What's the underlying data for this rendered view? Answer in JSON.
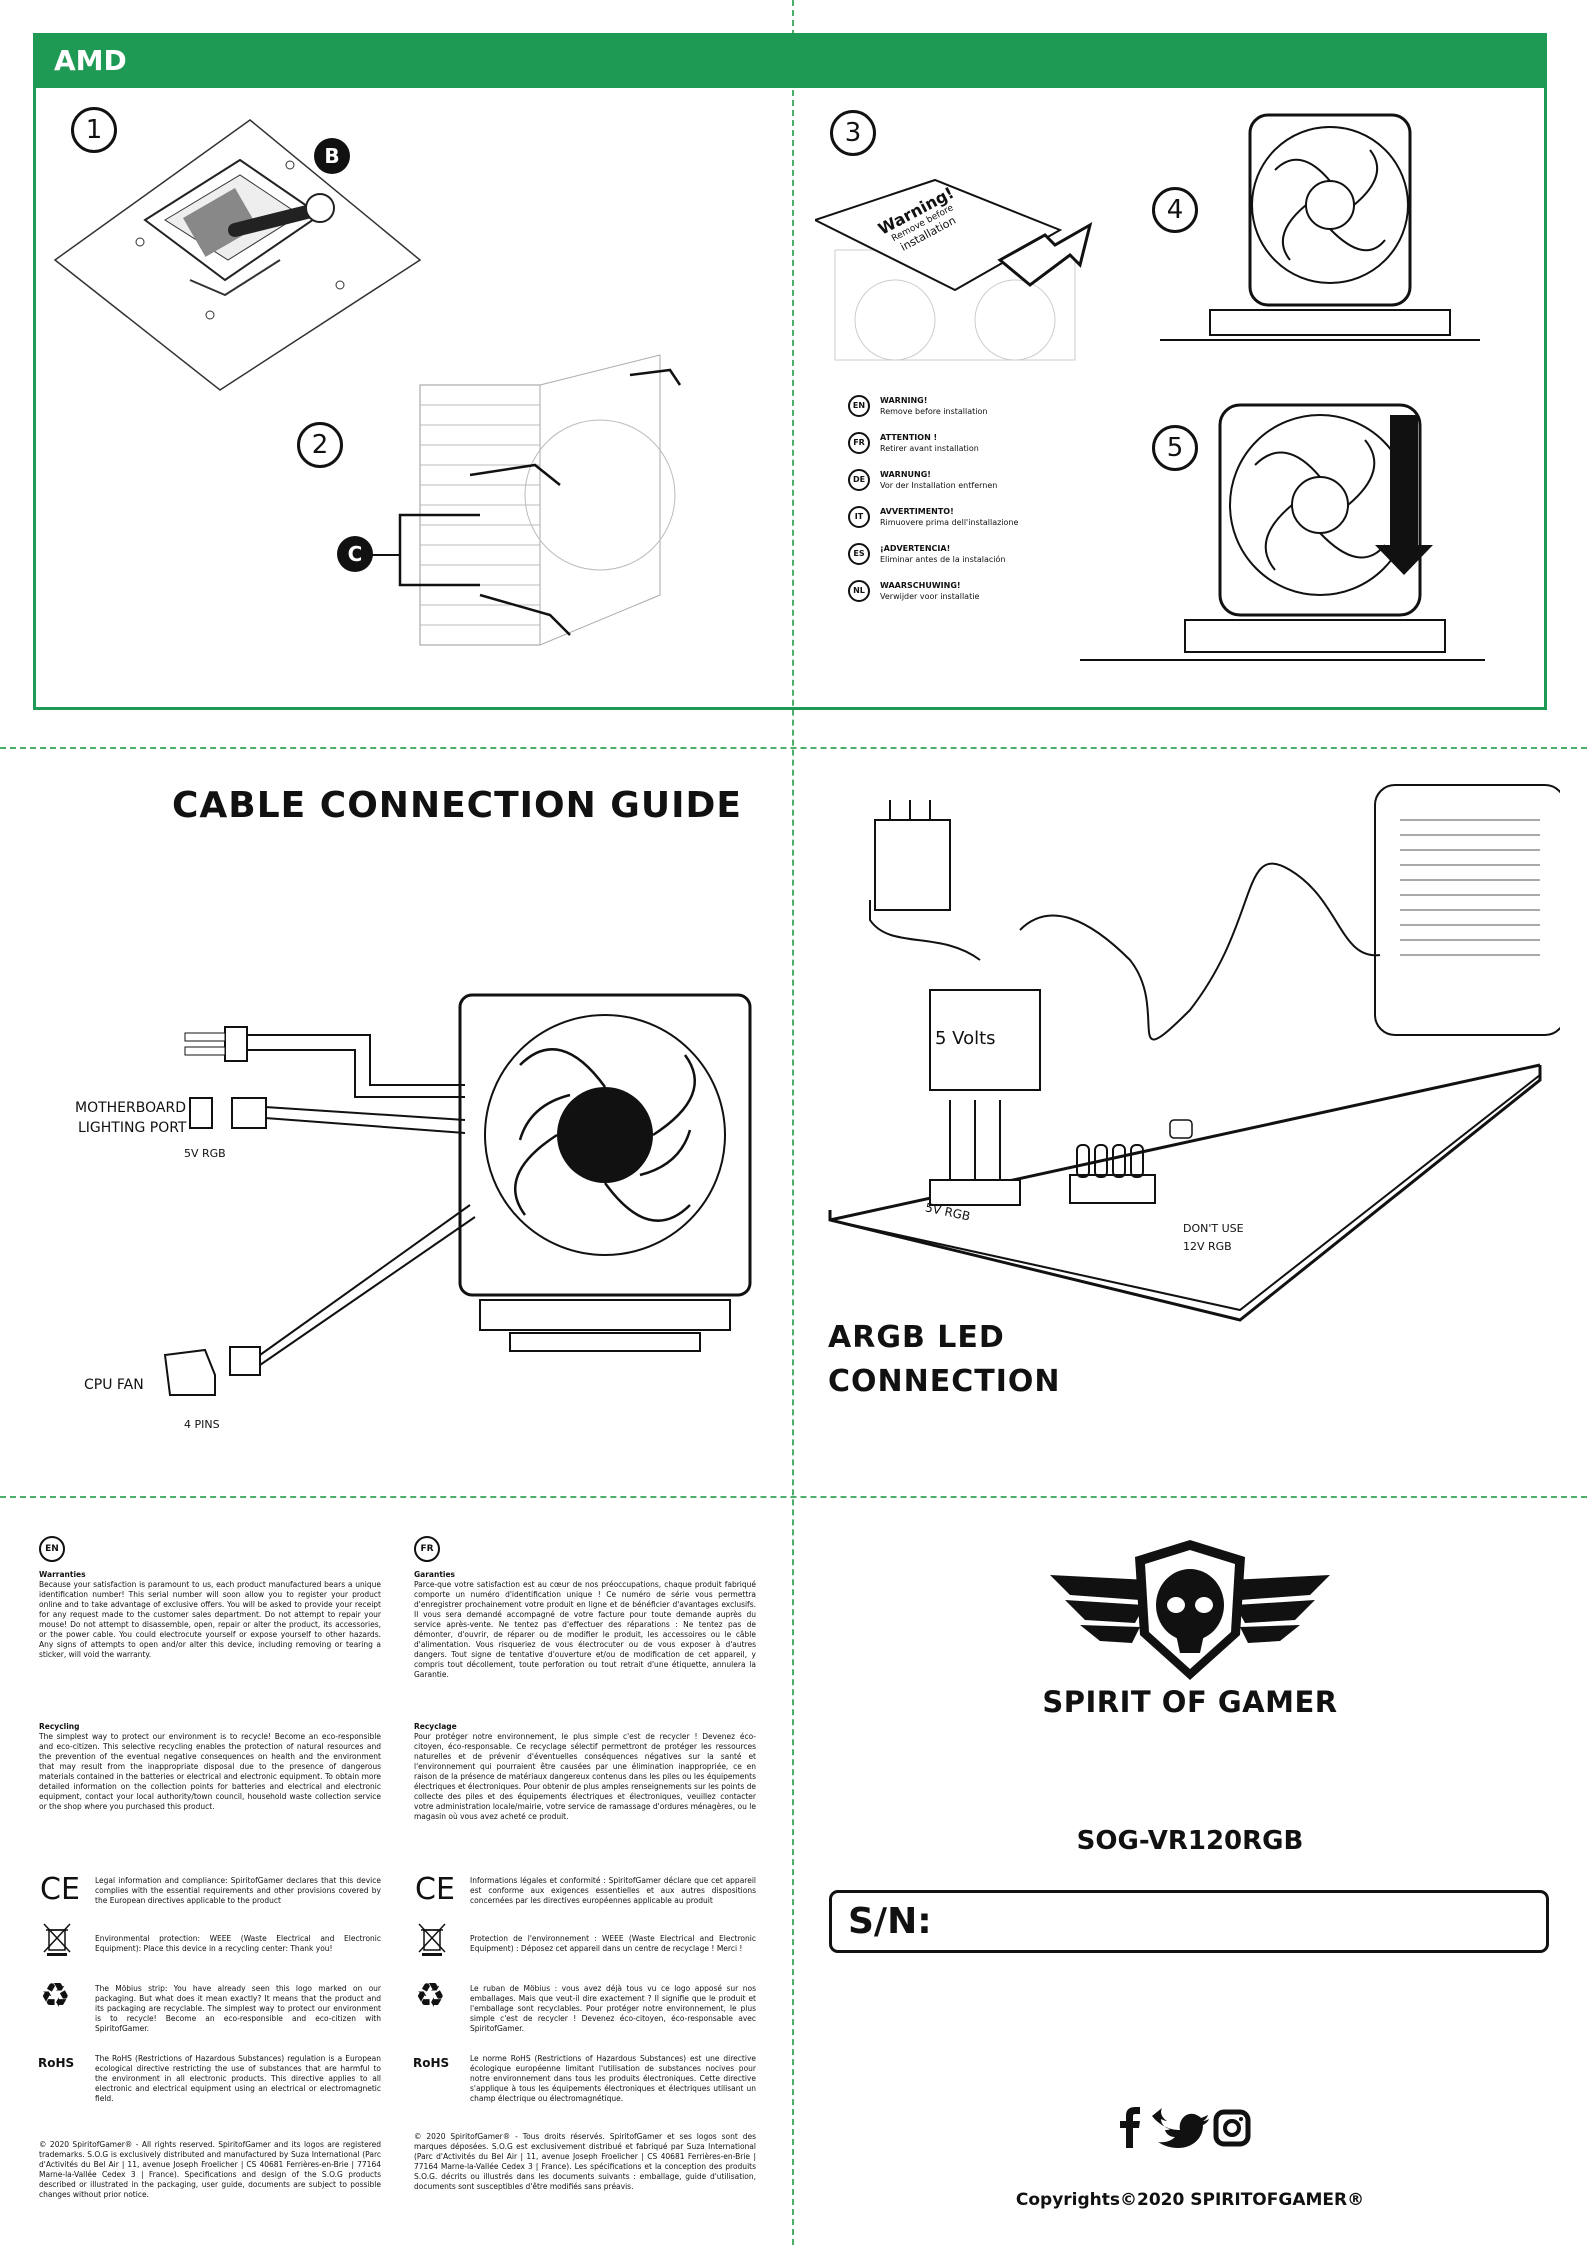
{
  "amd_panel": {
    "title": "AMD",
    "steps": [
      "1",
      "2",
      "3",
      "4",
      "5"
    ],
    "callouts": [
      "B",
      "C"
    ],
    "warning_label": {
      "line1": "Warning!",
      "line2": "Remove before",
      "line3": "installation"
    },
    "warnings": [
      {
        "lang": "EN",
        "title": "WARNING!",
        "text": "Remove before installation"
      },
      {
        "lang": "FR",
        "title": "ATTENTION !",
        "text": "Retirer avant installation"
      },
      {
        "lang": "DE",
        "title": "WARNUNG!",
        "text": "Vor der Installation entfernen"
      },
      {
        "lang": "IT",
        "title": "AVVERTIMENTO!",
        "text": "Rimuovere prima dell'installazione"
      },
      {
        "lang": "ES",
        "title": "¡ADVERTENCIA!",
        "text": "Eliminar antes de la instalación"
      },
      {
        "lang": "NL",
        "title": "WAARSCHUWING!",
        "text": "Verwijder voor installatie"
      }
    ]
  },
  "cable_guide": {
    "title": "CABLE CONNECTION GUIDE",
    "motherboard_label_1": "MOTHERBOARD",
    "motherboard_label_2": "LIGHTING PORT",
    "rgb_label": "5V RGB",
    "cpu_fan_label": "CPU FAN",
    "pins_label": "4 PINS"
  },
  "argb": {
    "title_line1": "ARGB LED",
    "title_line2": "CONNECTION",
    "volts_label": "5 Volts",
    "header_label": "5V RGB",
    "dont_use_1": "DON'T USE",
    "dont_use_2": "12V RGB"
  },
  "en": {
    "lang": "EN",
    "warranties_title": "Warranties",
    "warranties_text": "Because your satisfaction is paramount to us, each product manufactured bears a unique identification number! This serial number will soon allow you to register your product online and to take advantage of exclusive offers. You will be asked to provide your receipt for any request made to the customer sales department. Do not attempt to repair your mouse! Do not attempt to disassemble, open, repair or alter the product, its accessories, or the power cable. You could electrocute yourself or expose yourself to other hazards. Any signs of attempts to open and/or alter this device, including removing or tearing a sticker, will void the warranty.",
    "recycling_title": "Recycling",
    "recycling_text": "The simplest way to protect our environment is to recycle! Become an eco-responsible and eco-citizen. This selective recycling enables the protection of natural resources and the prevention of the eventual negative consequences on health and the environment that may result from the inappropriate disposal due to the presence of dangerous materials contained in the batteries or electrical and electronic equipment. To obtain more detailed information on the collection points for batteries and electrical and electronic equipment, contact your local authority/town council, household waste collection service or the shop where you purchased this product.",
    "ce_text": "Legal information and compliance: SpiritofGamer declares that this device complies with the essential requirements and other provisions covered by the European directives applicable to the product",
    "weee_text": "Environmental protection: WEEE (Waste Electrical and Electronic Equipment): Place this device in a recycling center: Thank you!",
    "mobius_text": "The Möbius strip: You have already seen this logo marked on our packaging. But what does it mean exactly? It means that the product and its packaging are recyclable. The simplest way to protect our environment is to recycle! Become an eco-responsible and eco-citizen with SpiritofGamer.",
    "rohs_text": "The RoHS (Restrictions of Hazardous Substances) regulation is a European ecological directive restricting the use of substances that are harmful to the environment in all electronic products. This directive applies to all electronic and electrical equipment using an electrical or electromagnetic field.",
    "footer_text": "© 2020 SpiritofGamer® - All rights reserved. SpiritofGamer and its logos are registered trademarks. S.O.G is exclusively distributed and manufactured by Suza International (Parc d'Activités du Bel Air | 11, avenue Joseph Froelicher | CS 40681 Ferrières-en-Brie | 77164 Marne-la-Vallée Cedex 3 | France). Specifications and design of the S.O.G products described or illustrated in the packaging, user guide, documents are subject to possible changes without prior notice."
  },
  "fr": {
    "lang": "FR",
    "warranties_title": "Garanties",
    "warranties_text": "Parce-que votre satisfaction est au cœur de nos préoccupations, chaque produit fabriqué comporte un numéro d'identification unique ! Ce numéro de série vous permettra d'enregistrer prochainement votre produit en ligne et de bénéficier d'avantages exclusifs. Il vous sera demandé accompagné de votre facture pour toute demande auprès du service après-vente. Ne tentez pas d'effectuer des réparations : Ne tentez pas de démonter, d'ouvrir, de réparer ou de modifier le produit, les accessoires ou le câble d'alimentation. Vous risqueriez de vous électrocuter ou de vous exposer à d'autres dangers. Tout signe de tentative d'ouverture et/ou de modification de cet appareil, y compris tout décollement, toute perforation ou tout retrait d'une étiquette, annulera la Garantie.",
    "recycling_title": "Recyclage",
    "recycling_text": "Pour protéger notre environnement, le plus simple c'est de recycler ! Devenez éco-citoyen, éco-responsable. Ce recyclage sélectif permettront de protéger les ressources naturelles et de prévenir d'éventuelles conséquences négatives sur la santé et l'environnement qui pourraient être causées par une élimination inappropriée, ce en raison de la présence de matériaux dangereux contenus dans les piles ou les équipements électriques et électroniques. Pour obtenir de plus amples renseignements sur les points de collecte des piles et des équipements électriques et électroniques, veuillez contacter votre administration locale/mairie, votre service de ramassage d'ordures ménagères, ou le magasin où vous avez acheté ce produit.",
    "ce_text": "Informations légales et conformité : SpiritofGamer déclare que cet appareil est conforme aux exigences essentielles et aux autres dispositions concernées par les directives européennes applicable au produit",
    "weee_text": "Protection de l'environnement : WEEE (Waste Electrical and Electronic Equipment) : Déposez cet appareil dans un centre de recyclage ! Merci !",
    "mobius_text": "Le ruban de Möbius : vous avez déjà tous vu ce logo apposé sur nos emballages. Mais que veut-il dire exactement ? Il signifie que le produit et l'emballage sont recyclables. Pour protéger notre environnement, le plus simple c'est de recycler ! Devenez éco-citoyen, éco-responsable avec SpiritofGamer.",
    "rohs_text": "Le norme RoHS (Restrictions of Hazardous Substances) est une directive écologique européenne limitant l'utilisation de substances nocives pour notre environnement dans tous les produits électroniques. Cette directive s'applique à tous les équipements électroniques et électriques utilisant un champ électrique ou électromagnétique.",
    "footer_text": "© 2020 SpiritofGamer® - Tous droits réservés. SpiritofGamer et ses logos sont des marques déposées. S.O.G est exclusivement distribué et fabriqué par Suza International (Parc d'Activités du Bel Air | 11, avenue Joseph Froelicher | CS 40681 Ferrières-en-Brie | 77164 Marne-la-Vallée Cedex 3 | France). Les spécifications et la conception des produits S.O.G. décrits ou illustrés dans les documents suivants : emballage, guide d'utilisation, documents sont susceptibles d'être modifiés sans préavis."
  },
  "brand": {
    "name": "SPIRIT OF GAMER",
    "model": "SOG-VR120RGB",
    "sn_label": "S/N:",
    "copyright": "Copyrights©2020 SPIRITOFGAMER®",
    "rohs_label": "RoHS",
    "ce_mark": "CE"
  },
  "colors": {
    "accent_green": "#1f9a55",
    "guide_green": "#4caf6a"
  }
}
